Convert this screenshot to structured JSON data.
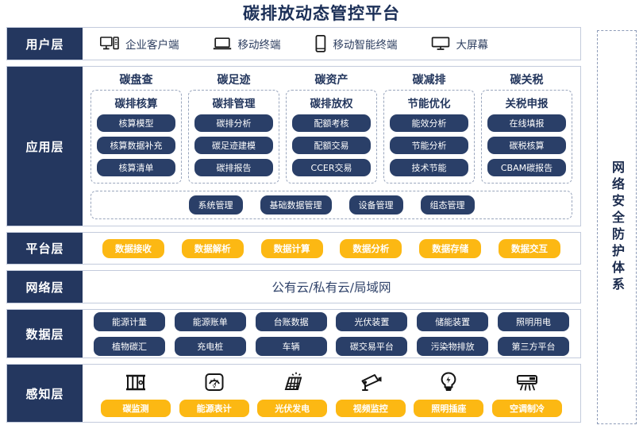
{
  "title": "碳排放动态管控平台",
  "colors": {
    "dark_blue": "#24375f",
    "pill_blue": "#2a3f68",
    "yellow": "#fcb813",
    "border": "#c3cbdc",
    "dashed": "#9aa6bd"
  },
  "security_panel": {
    "label": "网络安全防护体系"
  },
  "layers": {
    "user": {
      "label": "用户层",
      "items": [
        {
          "icon": "desktop-tower-icon",
          "label": "企业客户端"
        },
        {
          "icon": "laptop-icon",
          "label": "移动终端"
        },
        {
          "icon": "smartphone-icon",
          "label": "移动智能终端"
        },
        {
          "icon": "large-screen-icon",
          "label": "大屏幕"
        }
      ]
    },
    "application": {
      "label": "应用层",
      "groups": [
        {
          "title": "碳盘查",
          "subtitle": "碳排核算",
          "items": [
            "核算模型",
            "核算数据补充",
            "核算清单"
          ]
        },
        {
          "title": "碳足迹",
          "subtitle": "碳排管理",
          "items": [
            "碳排分析",
            "碳足迹建模",
            "碳排报告"
          ]
        },
        {
          "title": "碳资产",
          "subtitle": "碳排放权",
          "items": [
            "配额考核",
            "配额交易",
            "CCER交易"
          ]
        },
        {
          "title": "碳减排",
          "subtitle": "节能优化",
          "items": [
            "能效分析",
            "节能分析",
            "技术节能"
          ]
        },
        {
          "title": "碳关税",
          "subtitle": "关税申报",
          "items": [
            "在线填报",
            "碳税核算",
            "CBAM碳报告"
          ]
        }
      ],
      "management": [
        "系统管理",
        "基础数据管理",
        "设备管理",
        "组态管理"
      ]
    },
    "platform": {
      "label": "平台层",
      "items": [
        "数据接收",
        "数据解析",
        "数据计算",
        "数据分析",
        "数据存储",
        "数据交互"
      ]
    },
    "network": {
      "label": "网络层",
      "text": "公有云/私有云/局域网"
    },
    "data": {
      "label": "数据层",
      "row1": [
        "能源计量",
        "能源账单",
        "台账数据",
        "光伏装置",
        "储能装置",
        "照明用电"
      ],
      "row2": [
        "植物碳汇",
        "充电桩",
        "车辆",
        "碳交易平台",
        "污染物排放",
        "第三方平台"
      ]
    },
    "sense": {
      "label": "感知层",
      "items": [
        {
          "icon": "carbon-monitor-icon",
          "label": "碳监测"
        },
        {
          "icon": "energy-meter-icon",
          "label": "能源表计"
        },
        {
          "icon": "solar-panel-icon",
          "label": "光伏发电"
        },
        {
          "icon": "cctv-camera-icon",
          "label": "视频监控"
        },
        {
          "icon": "lightbulb-icon",
          "label": "照明插座"
        },
        {
          "icon": "air-conditioner-icon",
          "label": "空调制冷"
        }
      ]
    }
  }
}
